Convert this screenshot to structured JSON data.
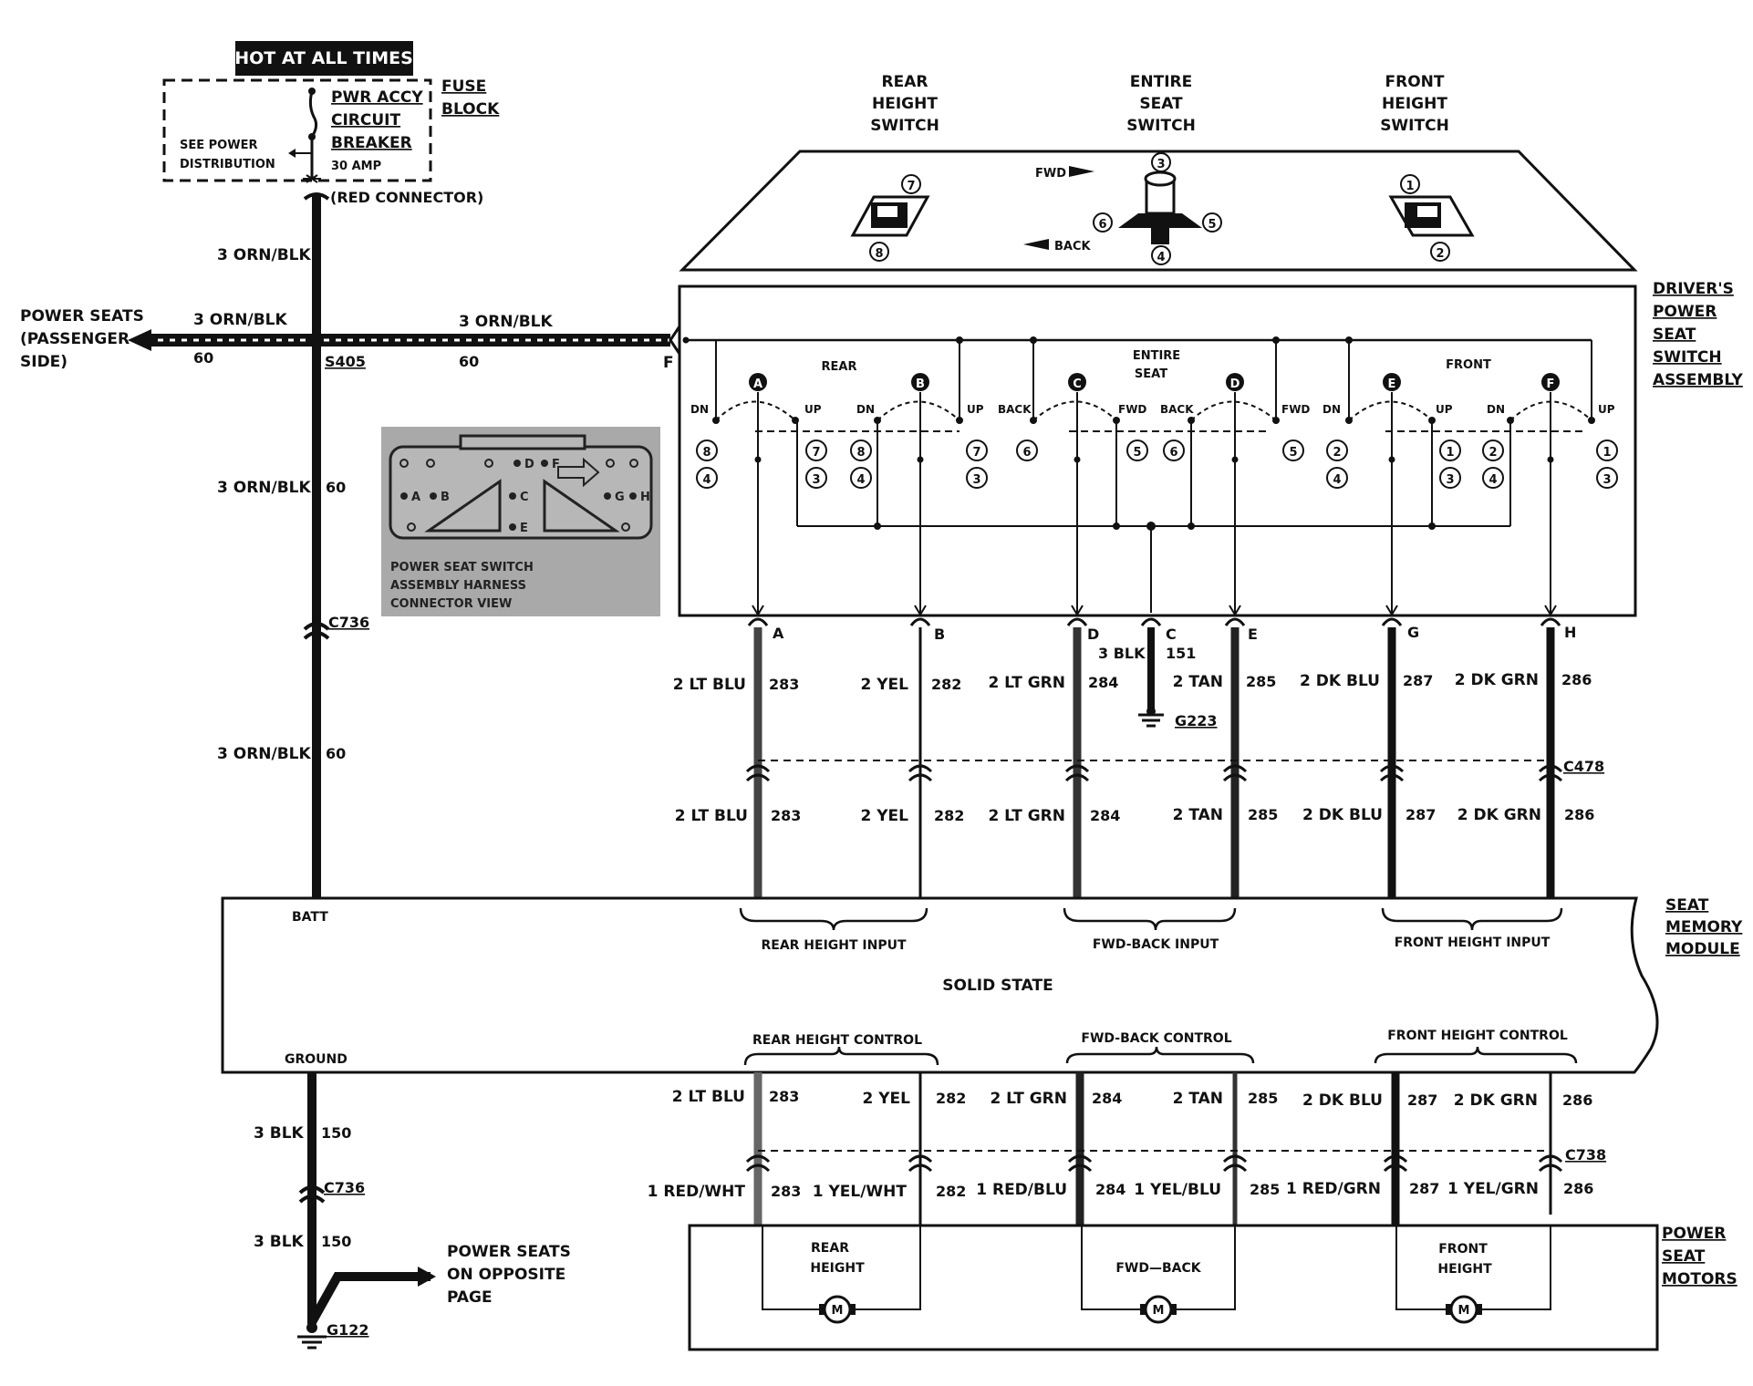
{
  "fuse": {
    "hot_label": "HOT AT ALL TIMES",
    "breaker": [
      "PWR ACCY",
      "CIRCUIT",
      "BREAKER"
    ],
    "amp": "30 AMP",
    "see_power": [
      "SEE POWER",
      "DISTRIBUTION"
    ],
    "block_label": [
      "FUSE",
      "BLOCK"
    ],
    "connector": "(RED CONNECTOR)"
  },
  "feed": {
    "wire": "3 ORN/BLK",
    "circuit": "60",
    "splice": "S405",
    "connector_c736": "C736",
    "to_passenger": [
      "POWER SEATS",
      "(PASSENGER",
      "SIDE)"
    ],
    "switch_pin": "F"
  },
  "switches": {
    "rear": [
      "REAR",
      "HEIGHT",
      "SWITCH"
    ],
    "entire": [
      "ENTIRE",
      "SEAT",
      "SWITCH"
    ],
    "front": [
      "FRONT",
      "HEIGHT",
      "SWITCH"
    ],
    "fwd": "FWD",
    "back": "BACK",
    "numbers": [
      "7",
      "8",
      "3",
      "4",
      "5",
      "6",
      "1",
      "2"
    ]
  },
  "assembly": {
    "title": [
      "DRIVER'S",
      "POWER",
      "SEAT",
      "SWITCH",
      "ASSEMBLY"
    ],
    "group_labels": [
      "REAR",
      "ENTIRE",
      "SEAT",
      "FRONT"
    ],
    "contacts": [
      "A",
      "B",
      "C",
      "D",
      "E",
      "F"
    ],
    "dir_labels": [
      "DN",
      "UP",
      "DN",
      "UP",
      "BACK",
      "FWD",
      "BACK",
      "FWD",
      "DN",
      "UP",
      "DN",
      "UP"
    ],
    "positions": [
      "8",
      "4",
      "7",
      "3",
      "8",
      "4",
      "7",
      "3",
      "6",
      "5",
      "6",
      "5",
      "2",
      "4",
      "1",
      "3",
      "2",
      "4",
      "1",
      "3"
    ]
  },
  "connector_view": {
    "caption": [
      "POWER SEAT SWITCH",
      "ASSEMBLY HARNESS",
      "CONNECTOR VIEW"
    ],
    "pins": [
      "A",
      "B",
      "C",
      "D",
      "E",
      "F",
      "G",
      "H"
    ]
  },
  "upper_wires": [
    {
      "pin": "A",
      "color": "2 LT BLU",
      "circuit": "283"
    },
    {
      "pin": "B",
      "color": "2 YEL",
      "circuit": "282"
    },
    {
      "pin": "D",
      "color": "2 LT GRN",
      "circuit": "284"
    },
    {
      "pin": "E",
      "color": "2 TAN",
      "circuit": "285"
    },
    {
      "pin": "G",
      "color": "2 DK BLU",
      "circuit": "287"
    },
    {
      "pin": "H",
      "color": "2 DK GRN",
      "circuit": "286"
    }
  ],
  "ground_c": {
    "pin": "C",
    "wire": "3 BLK",
    "circuit": "151",
    "ground": "G223"
  },
  "c478": "C478",
  "module": {
    "title": [
      "SEAT",
      "MEMORY",
      "MODULE"
    ],
    "batt": "BATT",
    "ground": "GROUND",
    "center": "SOLID  STATE",
    "inputs": [
      "REAR HEIGHT INPUT",
      "FWD-BACK INPUT",
      "FRONT HEIGHT INPUT"
    ],
    "controls": [
      "REAR HEIGHT CONTROL",
      "FWD-BACK CONTROL",
      "FRONT HEIGHT CONTROL"
    ]
  },
  "lower_wires_top": [
    {
      "color": "2 LT BLU",
      "circuit": "283"
    },
    {
      "color": "2 YEL",
      "circuit": "282"
    },
    {
      "color": "2 LT GRN",
      "circuit": "284"
    },
    {
      "color": "2 TAN",
      "circuit": "285"
    },
    {
      "color": "2 DK BLU",
      "circuit": "287"
    },
    {
      "color": "2 DK GRN",
      "circuit": "286"
    }
  ],
  "c738": "C738",
  "lower_wires_bottom": [
    {
      "color": "1 RED/WHT",
      "circuit": "283"
    },
    {
      "color": "1 YEL/WHT",
      "circuit": "282"
    },
    {
      "color": "1 RED/BLU",
      "circuit": "284"
    },
    {
      "color": "1 YEL/BLU",
      "circuit": "285"
    },
    {
      "color": "1 RED/GRN",
      "circuit": "287"
    },
    {
      "color": "1 YEL/GRN",
      "circuit": "286"
    }
  ],
  "ground_path": {
    "wire": "3 BLK",
    "circuit": "150",
    "connector": "C736",
    "ground": "G122",
    "opposite": [
      "POWER SEATS",
      "ON OPPOSITE",
      "PAGE"
    ]
  },
  "motors": {
    "title": [
      "POWER",
      "SEAT",
      "MOTORS"
    ],
    "names": [
      [
        "REAR",
        "HEIGHT"
      ],
      [
        "FWD—BACK"
      ],
      [
        "FRONT",
        "HEIGHT"
      ]
    ],
    "symbol": "M"
  }
}
